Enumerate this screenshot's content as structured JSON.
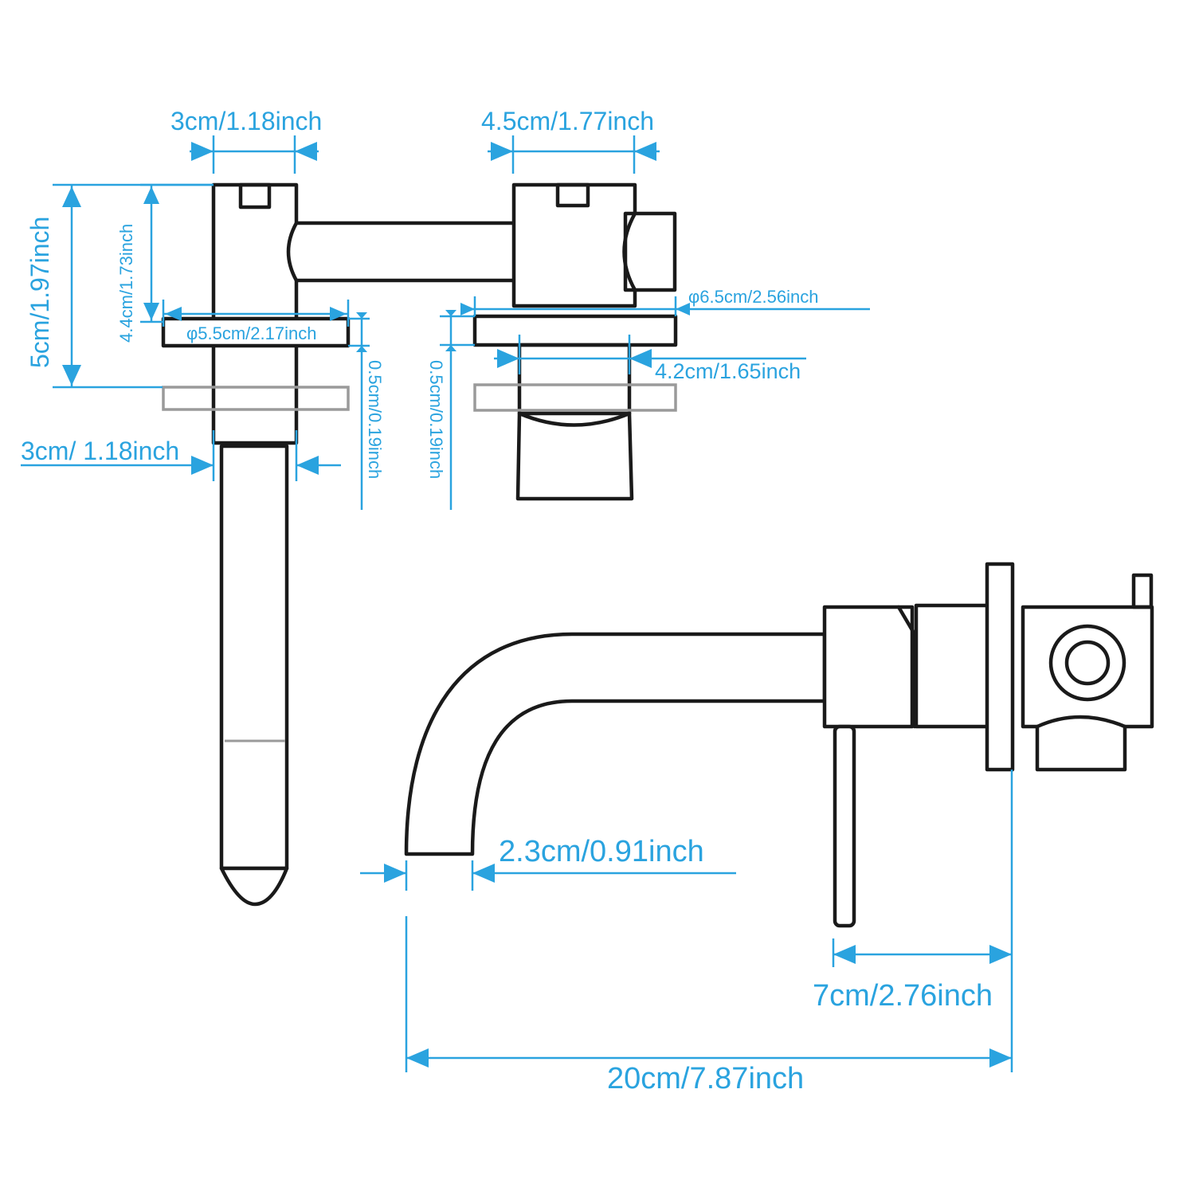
{
  "colors": {
    "dimension": "#2aa3df",
    "outline": "#1a1a1a",
    "wall_ghost": "#9a9a9a",
    "background": "#ffffff"
  },
  "dimensions": {
    "spout_top_width": "3cm/1.18inch",
    "valve_top_width": "4.5cm/1.77inch",
    "body_height": "5cm/1.97inch",
    "spout_body_height": "4.4cm/1.73inch",
    "spout_plate_diameter": "φ5.5cm/2.17inch",
    "valve_plate_diameter": "φ6.5cm/2.56inch",
    "valve_body_width": "4.2cm/1.65inch",
    "spout_plate_thickness": "0.5cm/0.19inch",
    "valve_plate_thickness": "0.5cm/0.19inch",
    "spout_pipe_width": "3cm/ 1.18inch",
    "spout_outlet_width": "2.3cm/0.91inch",
    "handle_to_wall": "7cm/2.76inch",
    "spout_reach": "20cm/7.87inch"
  }
}
